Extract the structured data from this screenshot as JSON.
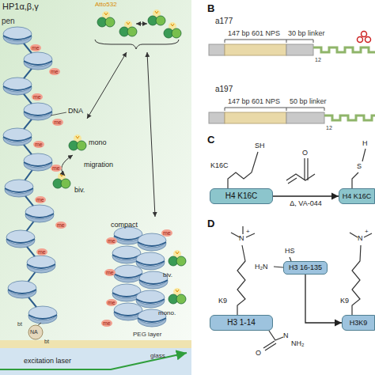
{
  "diagram": {
    "nodes": [
      {
        "text": [
          "H4 K16C"
        ]
      },
      {
        "text": [
          "H4 K16C"
        ]
      },
      {
        "text": [
          "H3 1-14"
        ]
      },
      {
        "text": [
          "H3 16-135"
        ]
      },
      {
        "text": [
          "H3K9"
        ]
      }
    ],
    "edges": [
      {
        "from": 0,
        "to": 1,
        "arrow": "to",
        "label": "Δ, VA-044"
      },
      {
        "from": 3,
        "to": 4,
        "arrow": "to"
      }
    ],
    "labels": [
      "HP1α,β,γ",
      "Atto532",
      "pen",
      "DNA",
      "mono",
      "migration",
      "biv.",
      "compact",
      "biv.",
      "mono.",
      "NA",
      "bt",
      "bt",
      "PEG layer",
      "glass",
      "excitation laser",
      "me",
      "me",
      "me",
      "me",
      "me",
      "me",
      "me",
      "me",
      "me",
      "me",
      "me",
      "me",
      "me",
      "me",
      "B",
      "a177",
      "147 bp 601 NPS",
      "30 bp linker",
      "12",
      "a197",
      "147 bp 601 NPS",
      "50 bp linker",
      "12",
      "C",
      "SH",
      "K16C",
      "O",
      "S",
      "H",
      "D",
      "N",
      "+",
      "K9",
      "O",
      "N",
      "NH₂",
      "HS",
      "H₂N",
      "N",
      "+",
      "K9"
    ]
  }
}
